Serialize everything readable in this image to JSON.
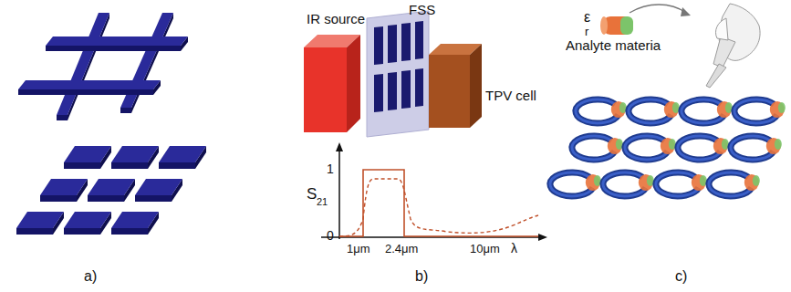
{
  "diagram": {
    "nodes": [
      {
        "text": [
          "IR source"
        ]
      },
      {
        "text": [
          "FSS"
        ]
      },
      {
        "text": [
          "TPV cell"
        ]
      }
    ],
    "labels": [
      "a)",
      "S",
      "21",
      "1",
      "0",
      "1μm",
      "2.4μm",
      "10μm",
      "λ",
      "b)",
      "ε",
      "r",
      "Analyte materia",
      "c)"
    ]
  }
}
